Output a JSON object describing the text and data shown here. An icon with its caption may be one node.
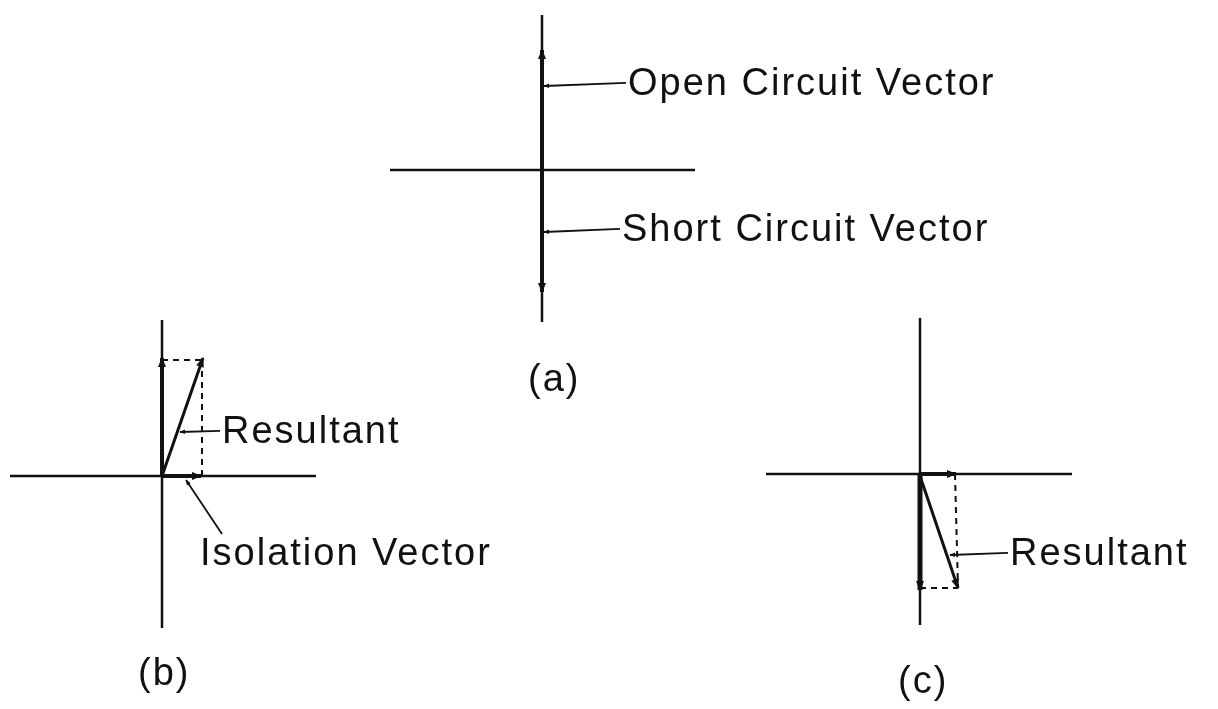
{
  "diagram": {
    "nodes": [
      {
        "text": [
          "Open Circuit Vector"
        ]
      },
      {
        "text": [],
        "shape": "arrow"
      },
      {
        "text": [
          "Short Circuit Vector"
        ]
      },
      {
        "text": [],
        "shape": "arrow"
      },
      {
        "text": [
          "Resultant"
        ]
      },
      {
        "text": [],
        "shape": "arrow"
      },
      {
        "text": [
          "Isolation Vector"
        ]
      },
      {
        "text": [],
        "shape": "arrow"
      },
      {
        "text": [
          "Resultant"
        ]
      },
      {
        "text": [],
        "shape": "arrow"
      }
    ],
    "edges": [
      {
        "from": 0,
        "to": 1,
        "arrow": "to"
      },
      {
        "from": 2,
        "to": 3,
        "arrow": "to"
      },
      {
        "from": 4,
        "to": 5,
        "arrow": "to"
      },
      {
        "from": 6,
        "to": 7,
        "arrow": "to"
      },
      {
        "from": 8,
        "to": 9,
        "arrow": "to"
      }
    ],
    "labels": [
      "(a)",
      "(b)",
      "(c)"
    ]
  }
}
